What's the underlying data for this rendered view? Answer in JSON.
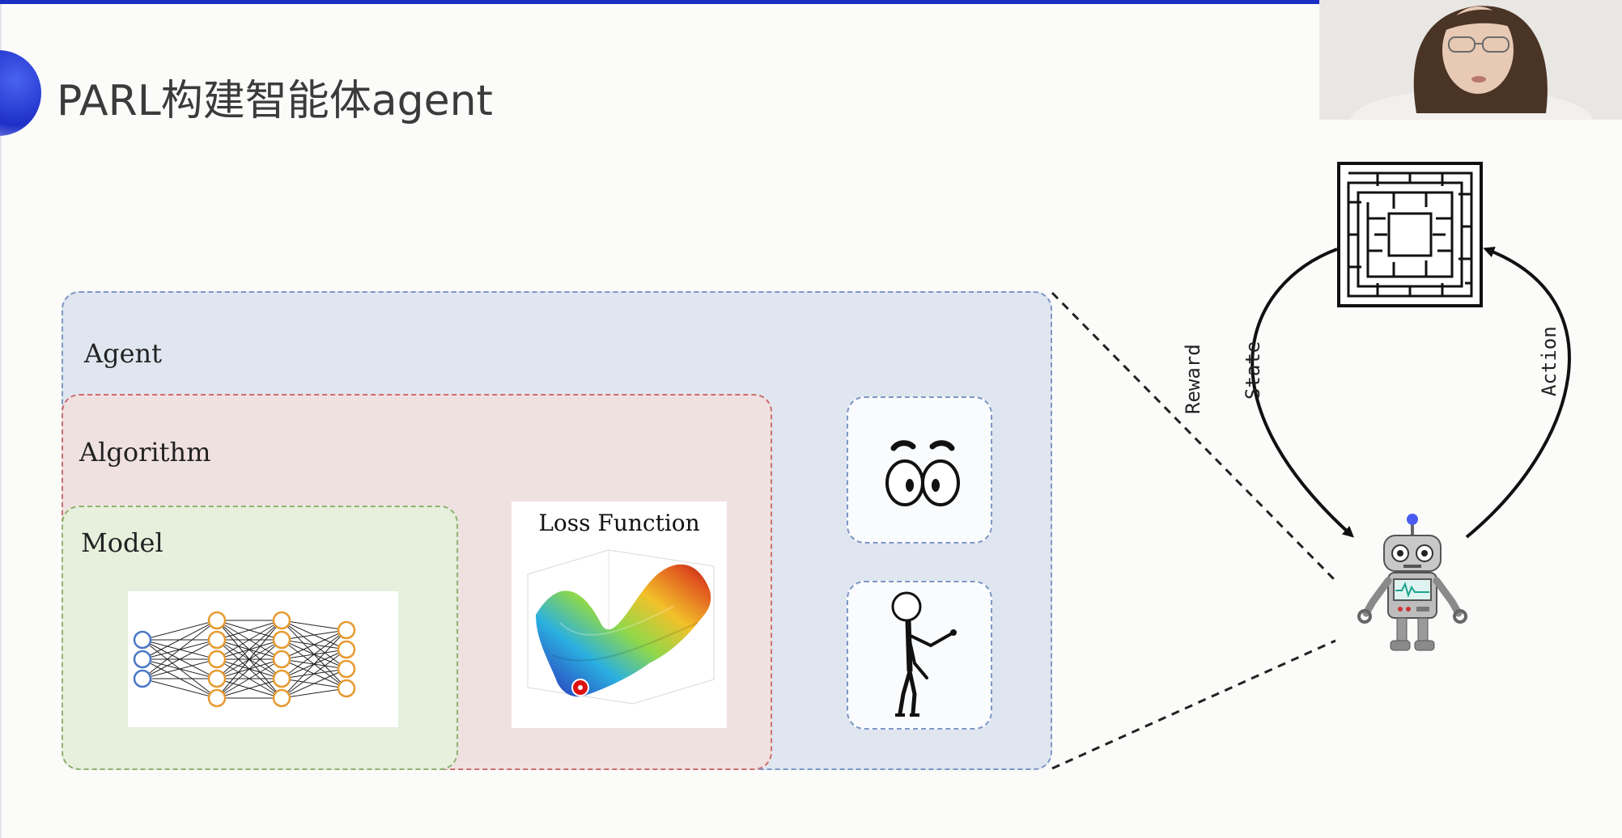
{
  "slide": {
    "title": "PARL构建智能体agent"
  },
  "diagram": {
    "agent_label": "Agent",
    "algorithm_label": "Algorithm",
    "model_label": "Model",
    "loss_label": "Loss Function",
    "reward_label": "Reward",
    "state_label": "State",
    "action_label": "Action"
  },
  "colors": {
    "accent": "#1b2fc4",
    "agent_fill": "#dfe6ef",
    "algorithm_fill": "#f0e1e1",
    "model_fill": "#e6f0dd"
  },
  "icons": [
    "eyes-icon",
    "stick-figure-icon",
    "maze-icon",
    "robot-icon",
    "neural-network-image",
    "loss-surface-image"
  ]
}
